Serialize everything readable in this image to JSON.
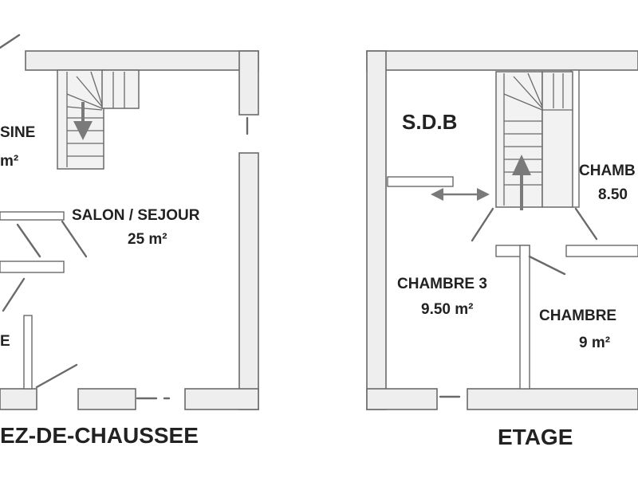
{
  "ground_floor": {
    "title": "EZ-DE-CHAUSSEE",
    "kitchen_label": "SINE",
    "kitchen_area": "m²",
    "living_label": "SALON / SEJOUR",
    "living_area": "25 m²",
    "left_partial": "E"
  },
  "upper_floor": {
    "title": "ETAGE",
    "bathroom_label": "S.D.B",
    "bedroom3_label": "CHAMBRE 3",
    "bedroom3_area": "9.50 m²",
    "bedroom_right_top_label": "CHAMB",
    "bedroom_right_top_area": "8.50",
    "bedroom_right_bottom_label": "CHAMBRE",
    "bedroom_right_bottom_area": "9 m²"
  },
  "colors": {
    "wall_fill": "#eeeeee",
    "wall_stroke": "#6a6a6a",
    "arrow": "#7a7a7a",
    "text": "#222222"
  }
}
